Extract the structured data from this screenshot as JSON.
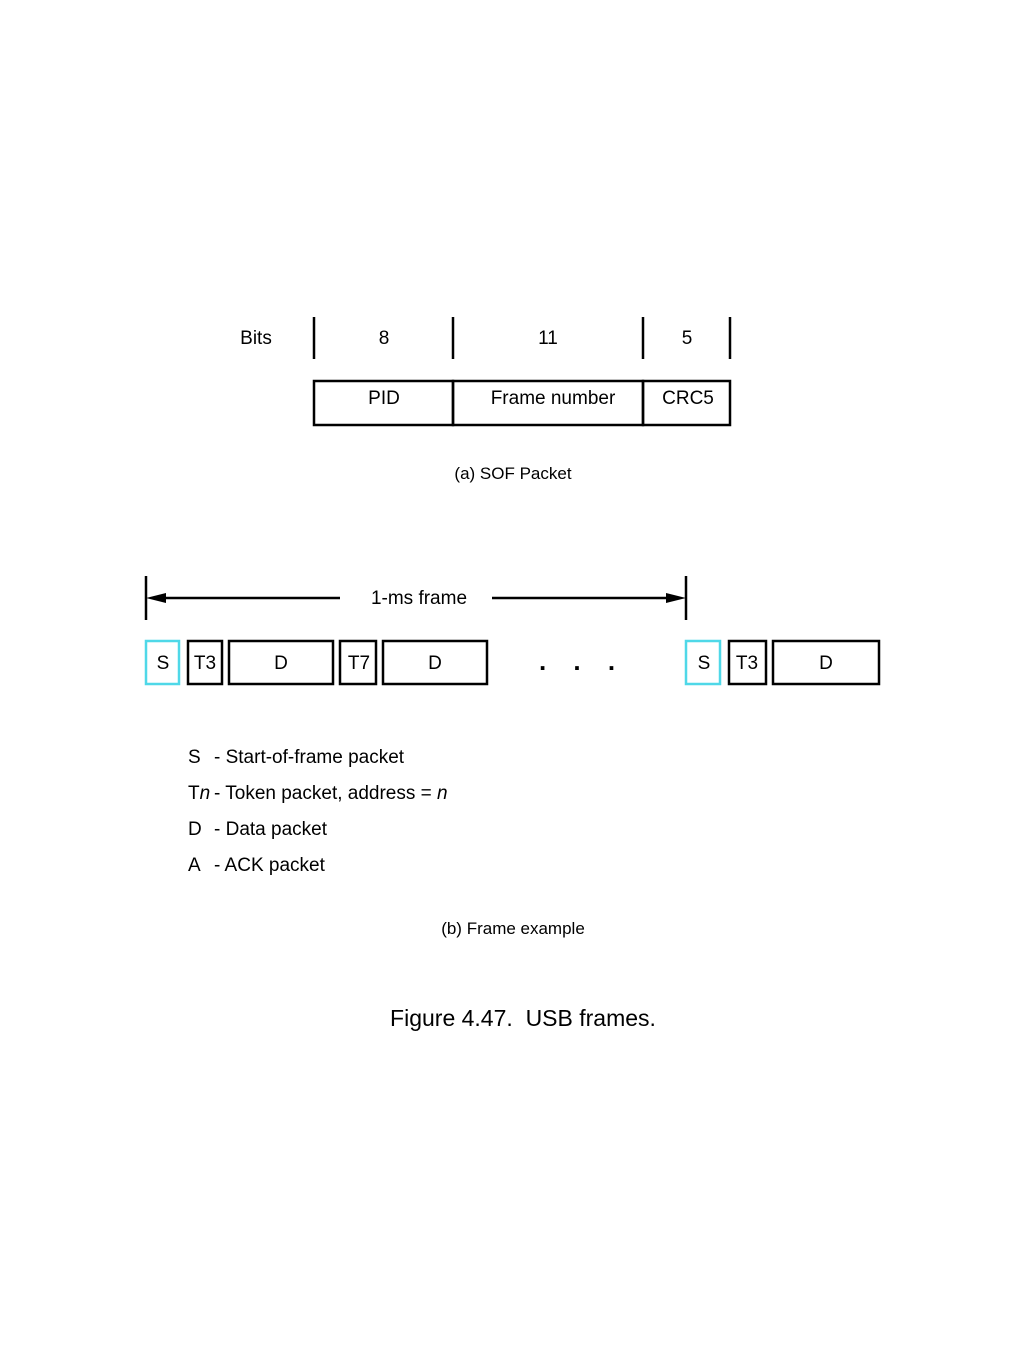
{
  "sof_packet": {
    "bits_label": "Bits",
    "fields": [
      {
        "bits": "8",
        "name": "PID"
      },
      {
        "bits": "11",
        "name": "Frame number"
      },
      {
        "bits": "5",
        "name": "CRC5"
      }
    ],
    "caption": "(a) SOF Packet"
  },
  "frame_example": {
    "frame_label": "1-ms frame",
    "packets": [
      {
        "label": "S",
        "kind": "sof"
      },
      {
        "label": "T3",
        "kind": "token"
      },
      {
        "label": "D",
        "kind": "data"
      },
      {
        "label": "T7",
        "kind": "token"
      },
      {
        "label": "D",
        "kind": "data"
      },
      {
        "label": "S",
        "kind": "sof"
      },
      {
        "label": "T3",
        "kind": "token"
      },
      {
        "label": "D",
        "kind": "data"
      }
    ],
    "ellipsis": ". . .",
    "legend": [
      {
        "key": "S",
        "key_italic": "",
        "desc": "- Start-of-frame packet",
        "desc_italic": ""
      },
      {
        "key": "T",
        "key_italic": "n",
        "desc": "- Token packet, address = ",
        "desc_italic": "n"
      },
      {
        "key": "D",
        "key_italic": "",
        "desc": "- Data packet",
        "desc_italic": ""
      },
      {
        "key": "A",
        "key_italic": "",
        "desc": "- ACK packet",
        "desc_italic": ""
      }
    ],
    "caption": "(b) Frame example"
  },
  "figure_caption": "Figure 4.47.  USB frames.",
  "colors": {
    "line": "#000000",
    "sof_outline": "#4fd8e8"
  }
}
